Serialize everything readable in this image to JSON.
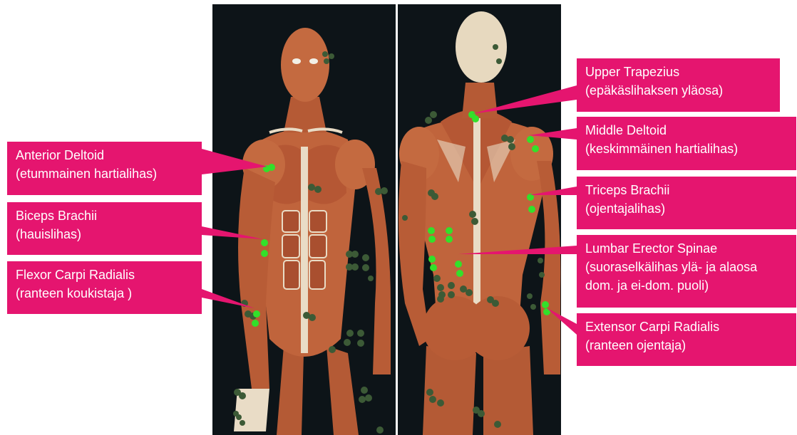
{
  "colors": {
    "label_bg": "#e5156f",
    "label_text": "#ffffff",
    "panel_bg": "#0d1418",
    "muscle": "#c0643c",
    "muscle_dark": "#8a3d22",
    "tendon": "#e9dcc6",
    "electrode_active": "#33e02a",
    "electrode_inactive": "#3c5a36"
  },
  "labels": {
    "anterior_deltoid": {
      "name": "Anterior Deltoid",
      "translation": "(etummainen hartialihas)"
    },
    "biceps_brachii": {
      "name": "Biceps Brachii",
      "translation": "(hauislihas)"
    },
    "flexor_carpi_radialis": {
      "name": "Flexor Carpi Radialis",
      "translation": "(ranteen koukistaja )"
    },
    "upper_trapezius": {
      "name": "Upper Trapezius",
      "translation": "(epäkäslihaksen yläosa)"
    },
    "middle_deltoid": {
      "name": "Middle Deltoid",
      "translation": "(keskimmäinen hartialihas)"
    },
    "triceps_brachii": {
      "name": "Triceps Brachii",
      "translation": "(ojentajalihas)"
    },
    "lumbar_erector_spinae": {
      "name": "Lumbar Erector Spinae",
      "translation": "(suoraselkälihas ylä- ja alaosa",
      "translation2": "dom. ja ei-dom. puoli)"
    },
    "extensor_carpi_radialis": {
      "name": "Extensor Carpi Radialis",
      "translation": "(ranteen ojentaja)"
    }
  }
}
